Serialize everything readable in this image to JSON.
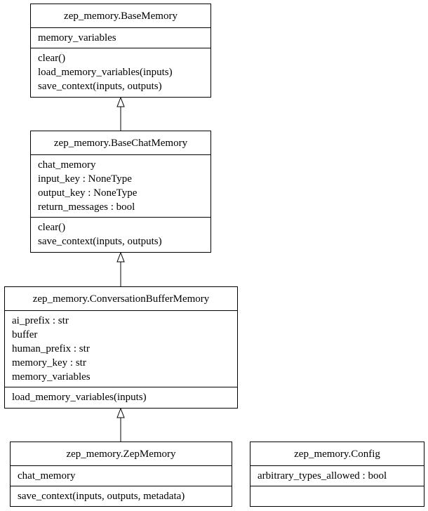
{
  "classes": {
    "base_memory": {
      "name": "zep_memory.BaseMemory",
      "attributes": [
        "memory_variables"
      ],
      "methods": [
        "clear()",
        "load_memory_variables(inputs)",
        "save_context(inputs, outputs)"
      ]
    },
    "base_chat_memory": {
      "name": "zep_memory.BaseChatMemory",
      "attributes": [
        "chat_memory",
        "input_key : NoneType",
        "output_key : NoneType",
        "return_messages : bool"
      ],
      "methods": [
        "clear()",
        "save_context(inputs, outputs)"
      ]
    },
    "conversation_buffer_memory": {
      "name": "zep_memory.ConversationBufferMemory",
      "attributes": [
        "ai_prefix : str",
        "buffer",
        "human_prefix : str",
        "memory_key : str",
        "memory_variables"
      ],
      "methods": [
        "load_memory_variables(inputs)"
      ]
    },
    "zep_memory": {
      "name": "zep_memory.ZepMemory",
      "attributes": [
        "chat_memory"
      ],
      "methods": [
        "save_context(inputs, outputs, metadata)"
      ]
    },
    "config": {
      "name": "zep_memory.Config",
      "attributes": [
        "arbitrary_types_allowed : bool"
      ],
      "methods": []
    }
  }
}
